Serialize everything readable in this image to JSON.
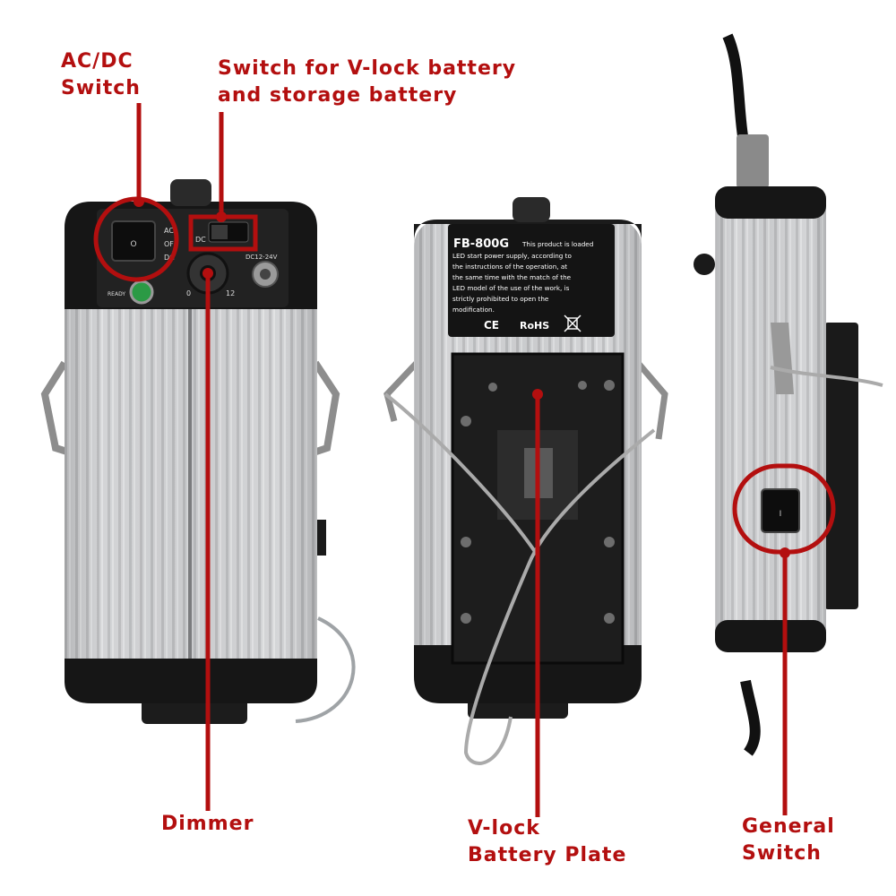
{
  "callouts": {
    "acdc": "AC/DC\nSwitch",
    "vlock_switch": "Switch for V-lock battery\nand storage battery",
    "dimmer": "Dimmer",
    "vlock_plate": "V-lock\nBattery Plate",
    "general": "General\nSwitch"
  },
  "panel_labels": {
    "ac": "AC",
    "off": "OFF",
    "dc": "DC",
    "dc_switch": "DC",
    "dc_input": "DC12-24V",
    "ready": "READY",
    "dial_min": "0",
    "dial_max": "12",
    "rocker_on": "O",
    "rocker_off": "I"
  },
  "back_plate": {
    "model": "FB-800G",
    "lines": [
      "This product is loaded",
      "LED start power supply, according to",
      "the instructions of the operation, at",
      "the same time with the match of the",
      "LED model of the use of the work, is",
      "strictly prohibited to open the",
      "modification."
    ],
    "marks": [
      "CE",
      "RoHS"
    ]
  },
  "colors": {
    "callout": "#b30f0f",
    "body_silver": "#c8c9cb",
    "end_cap": "#151515"
  }
}
